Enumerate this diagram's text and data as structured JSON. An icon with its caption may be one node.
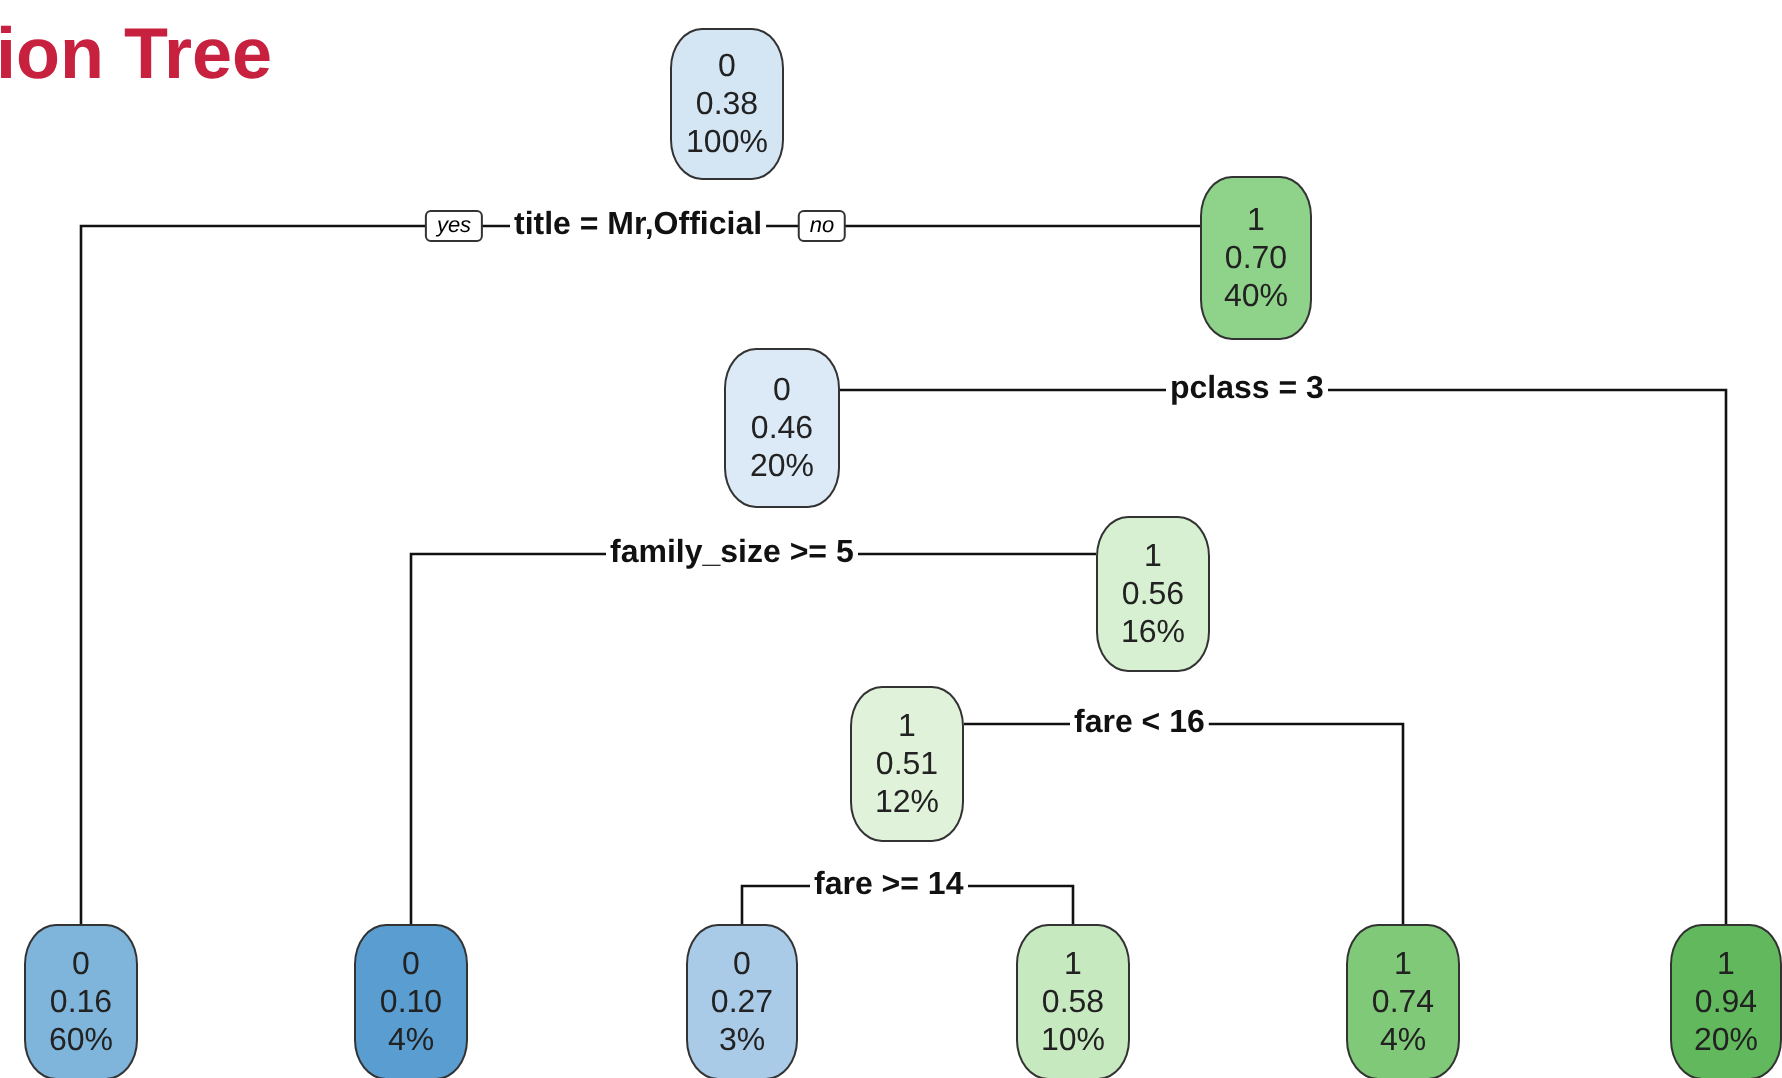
{
  "diagram": {
    "title": "ion Tree",
    "nodes": [
      {
        "text": [
          "0",
          "0.38",
          "100%"
        ]
      },
      {
        "text": [
          "0",
          "0.16",
          "60%"
        ]
      },
      {
        "text": [
          "1",
          "0.70",
          "40%"
        ]
      },
      {
        "text": [
          "0",
          "0.46",
          "20%"
        ]
      },
      {
        "text": [
          "1",
          "0.94",
          "20%"
        ]
      },
      {
        "text": [
          "1",
          "0.56",
          "16%"
        ]
      },
      {
        "text": [
          "0",
          "0.10",
          "4%"
        ]
      },
      {
        "text": [
          "1",
          "0.51",
          "12%"
        ]
      },
      {
        "text": [
          "1",
          "0.74",
          "4%"
        ]
      },
      {
        "text": [
          "0",
          "0.27",
          "3%"
        ]
      },
      {
        "text": [
          "1",
          "0.58",
          "10%"
        ]
      },
      {
        "text": [
          "title = Mr,Official"
        ]
      },
      {
        "text": [
          "pclass = 3"
        ]
      },
      {
        "text": [
          "family_size >= 5"
        ]
      },
      {
        "text": [
          "fare < 16"
        ]
      },
      {
        "text": [
          "fare >= 14"
        ]
      }
    ],
    "edges": [
      {
        "from": 11,
        "to": 1,
        "arrow": "none",
        "label": "yes"
      },
      {
        "from": 11,
        "to": 2,
        "arrow": "none",
        "label": "no"
      },
      {
        "from": 12,
        "to": 3,
        "arrow": "none"
      },
      {
        "from": 12,
        "to": 4,
        "arrow": "none"
      },
      {
        "from": 13,
        "to": 6,
        "arrow": "none"
      },
      {
        "from": 13,
        "to": 5,
        "arrow": "none"
      },
      {
        "from": 14,
        "to": 7,
        "arrow": "none"
      },
      {
        "from": 14,
        "to": 8,
        "arrow": "none"
      },
      {
        "from": 15,
        "to": 9,
        "arrow": "none"
      },
      {
        "from": 15,
        "to": 10,
        "arrow": "none"
      }
    ]
  }
}
